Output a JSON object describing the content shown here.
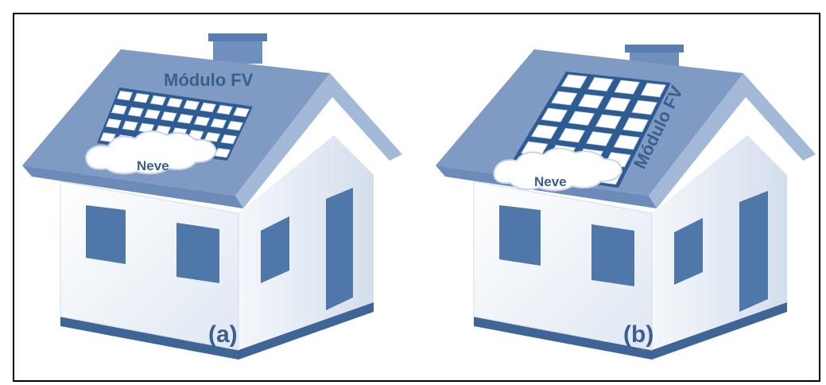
{
  "houses": [
    {
      "caption": "(a)",
      "module_label": "Módulo FV",
      "snow_label": "Neve",
      "panel_orientation": "landscape"
    },
    {
      "caption": "(b)",
      "module_label": "Módulo FV",
      "snow_label": "Neve",
      "panel_orientation": "portrait"
    }
  ],
  "colors": {
    "roof": "#7f9bc4",
    "roof_edge": "#9bb2d4",
    "wall_front": "#ffffff",
    "wall_side": "#e8eef6",
    "accent": "#3a5f8f",
    "window": "#4f77a9",
    "panel": "#2f5b93",
    "cell": "#ffffff"
  }
}
